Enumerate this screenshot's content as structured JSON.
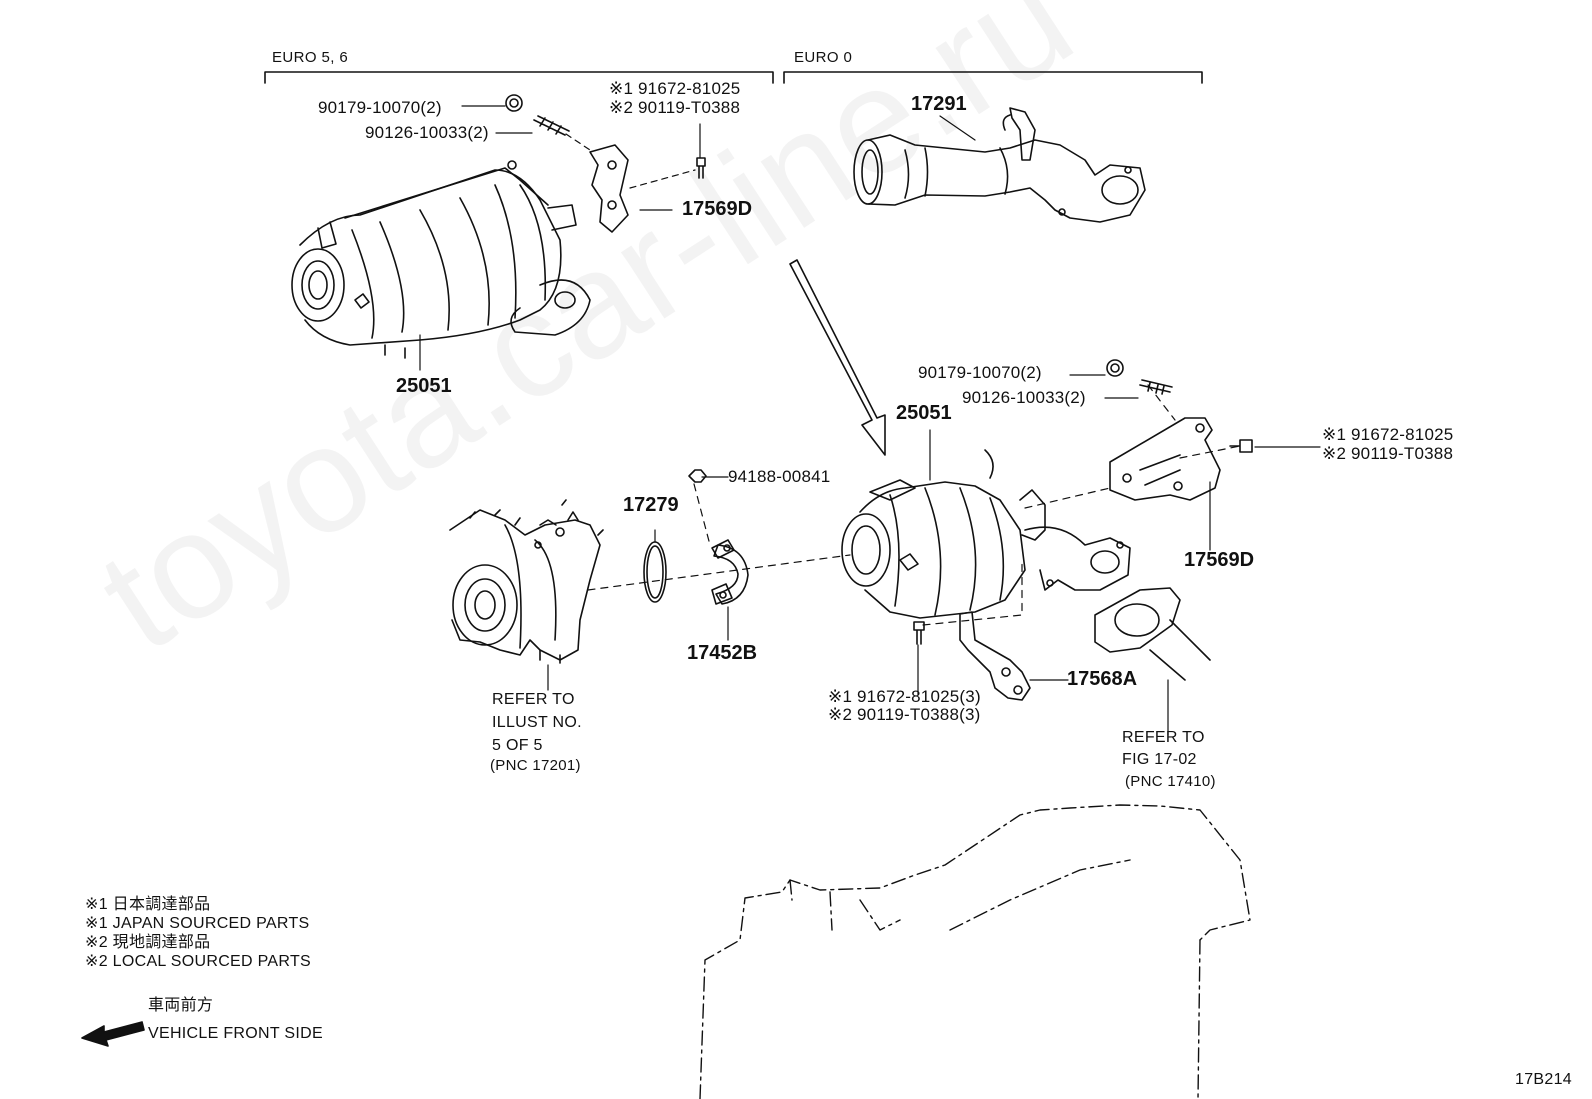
{
  "sections": {
    "euro56": "EURO 5, 6",
    "euro0": "EURO 0"
  },
  "callouts_top_left": {
    "nut": "90179-10070(2)",
    "stud": "90126-10033(2)",
    "bolt_1": "※1 91672-81025",
    "bolt_2": "※2 90119-T0388",
    "bracket": "17569D",
    "converter": "25051"
  },
  "callouts_top_right": {
    "pipe": "17291"
  },
  "callouts_main": {
    "nut": "90179-10070(2)",
    "stud": "90126-10033(2)",
    "converter": "25051",
    "bolt_1": "※1 91672-81025",
    "bolt_2": "※2 90119-T0388",
    "bracket": "17569D",
    "clamp_nut": "94188-00841",
    "gasket_ring": "17279",
    "clamp": "17452B",
    "stay": "17568A",
    "stay_bolt_1": "※1 91672-81025(3)",
    "stay_bolt_2": "※2 90119-T0388(3)"
  },
  "references": {
    "turbo": [
      "REFER TO",
      "ILLUST NO.",
      "5 OF 5",
      "(PNC 17201)"
    ],
    "exhaust": [
      "REFER TO",
      "FIG 17-02",
      "(PNC 17410)"
    ]
  },
  "legend": {
    "line1": "※1  日本調達部品",
    "line2": "※1  JAPAN SOURCED PARTS",
    "line3": "※2  現地調達部品",
    "line4": "※2  LOCAL SOURCED PARTS"
  },
  "direction": {
    "jp": "車両前方",
    "en": "VEHICLE FRONT SIDE"
  },
  "figure_code": "17B214",
  "watermark": "toyota.car-line.ru"
}
